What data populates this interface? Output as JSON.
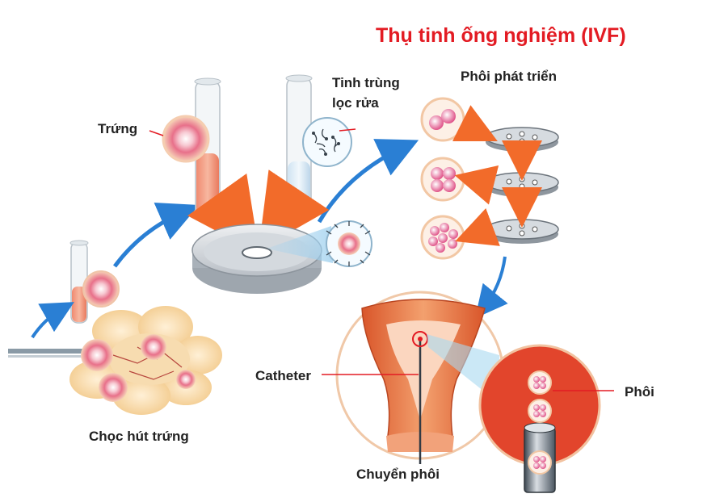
{
  "title": "Thụ tinh ống nghiệm (IVF)",
  "labels": {
    "egg": "Trứng",
    "sperm_line1": "Tinh trùng",
    "sperm_line2": "lọc rửa",
    "embryo_growth": "Phôi phát triển",
    "catheter": "Catheter",
    "embryo": "Phôi",
    "egg_retrieval": "Chọc hút trứng",
    "embryo_transfer": "Chuyển phôi"
  },
  "colors": {
    "title": "#e31b23",
    "arrow_blue": "#2a7fd4",
    "arrow_orange": "#f26b2a",
    "egg_pink": "#e8708a",
    "uterus": "#e8743a",
    "dish_grey": "#c9ced4"
  }
}
